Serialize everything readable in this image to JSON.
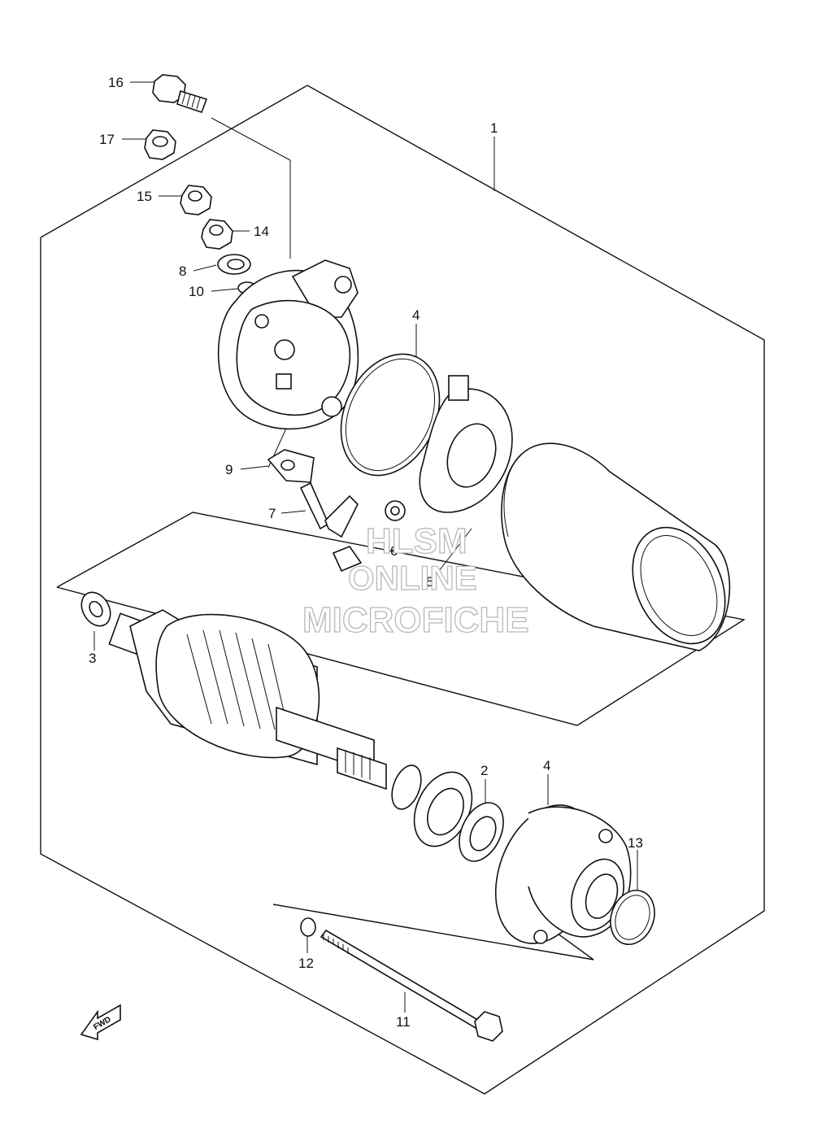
{
  "callouts": {
    "c1": "1",
    "c2": "2",
    "c3": "3",
    "c4a": "4",
    "c4b": "4",
    "c5": "5",
    "c6": "6",
    "c7": "7",
    "c8": "8",
    "c9": "9",
    "c10": "10",
    "c11": "11",
    "c12": "12",
    "c13": "13",
    "c14": "14",
    "c15": "15",
    "c16": "16",
    "c17": "17"
  },
  "watermark": {
    "line1": "HLSM",
    "line2": "ONLINE",
    "line3": "MICROFICHE"
  },
  "fwd_label": "FWD"
}
